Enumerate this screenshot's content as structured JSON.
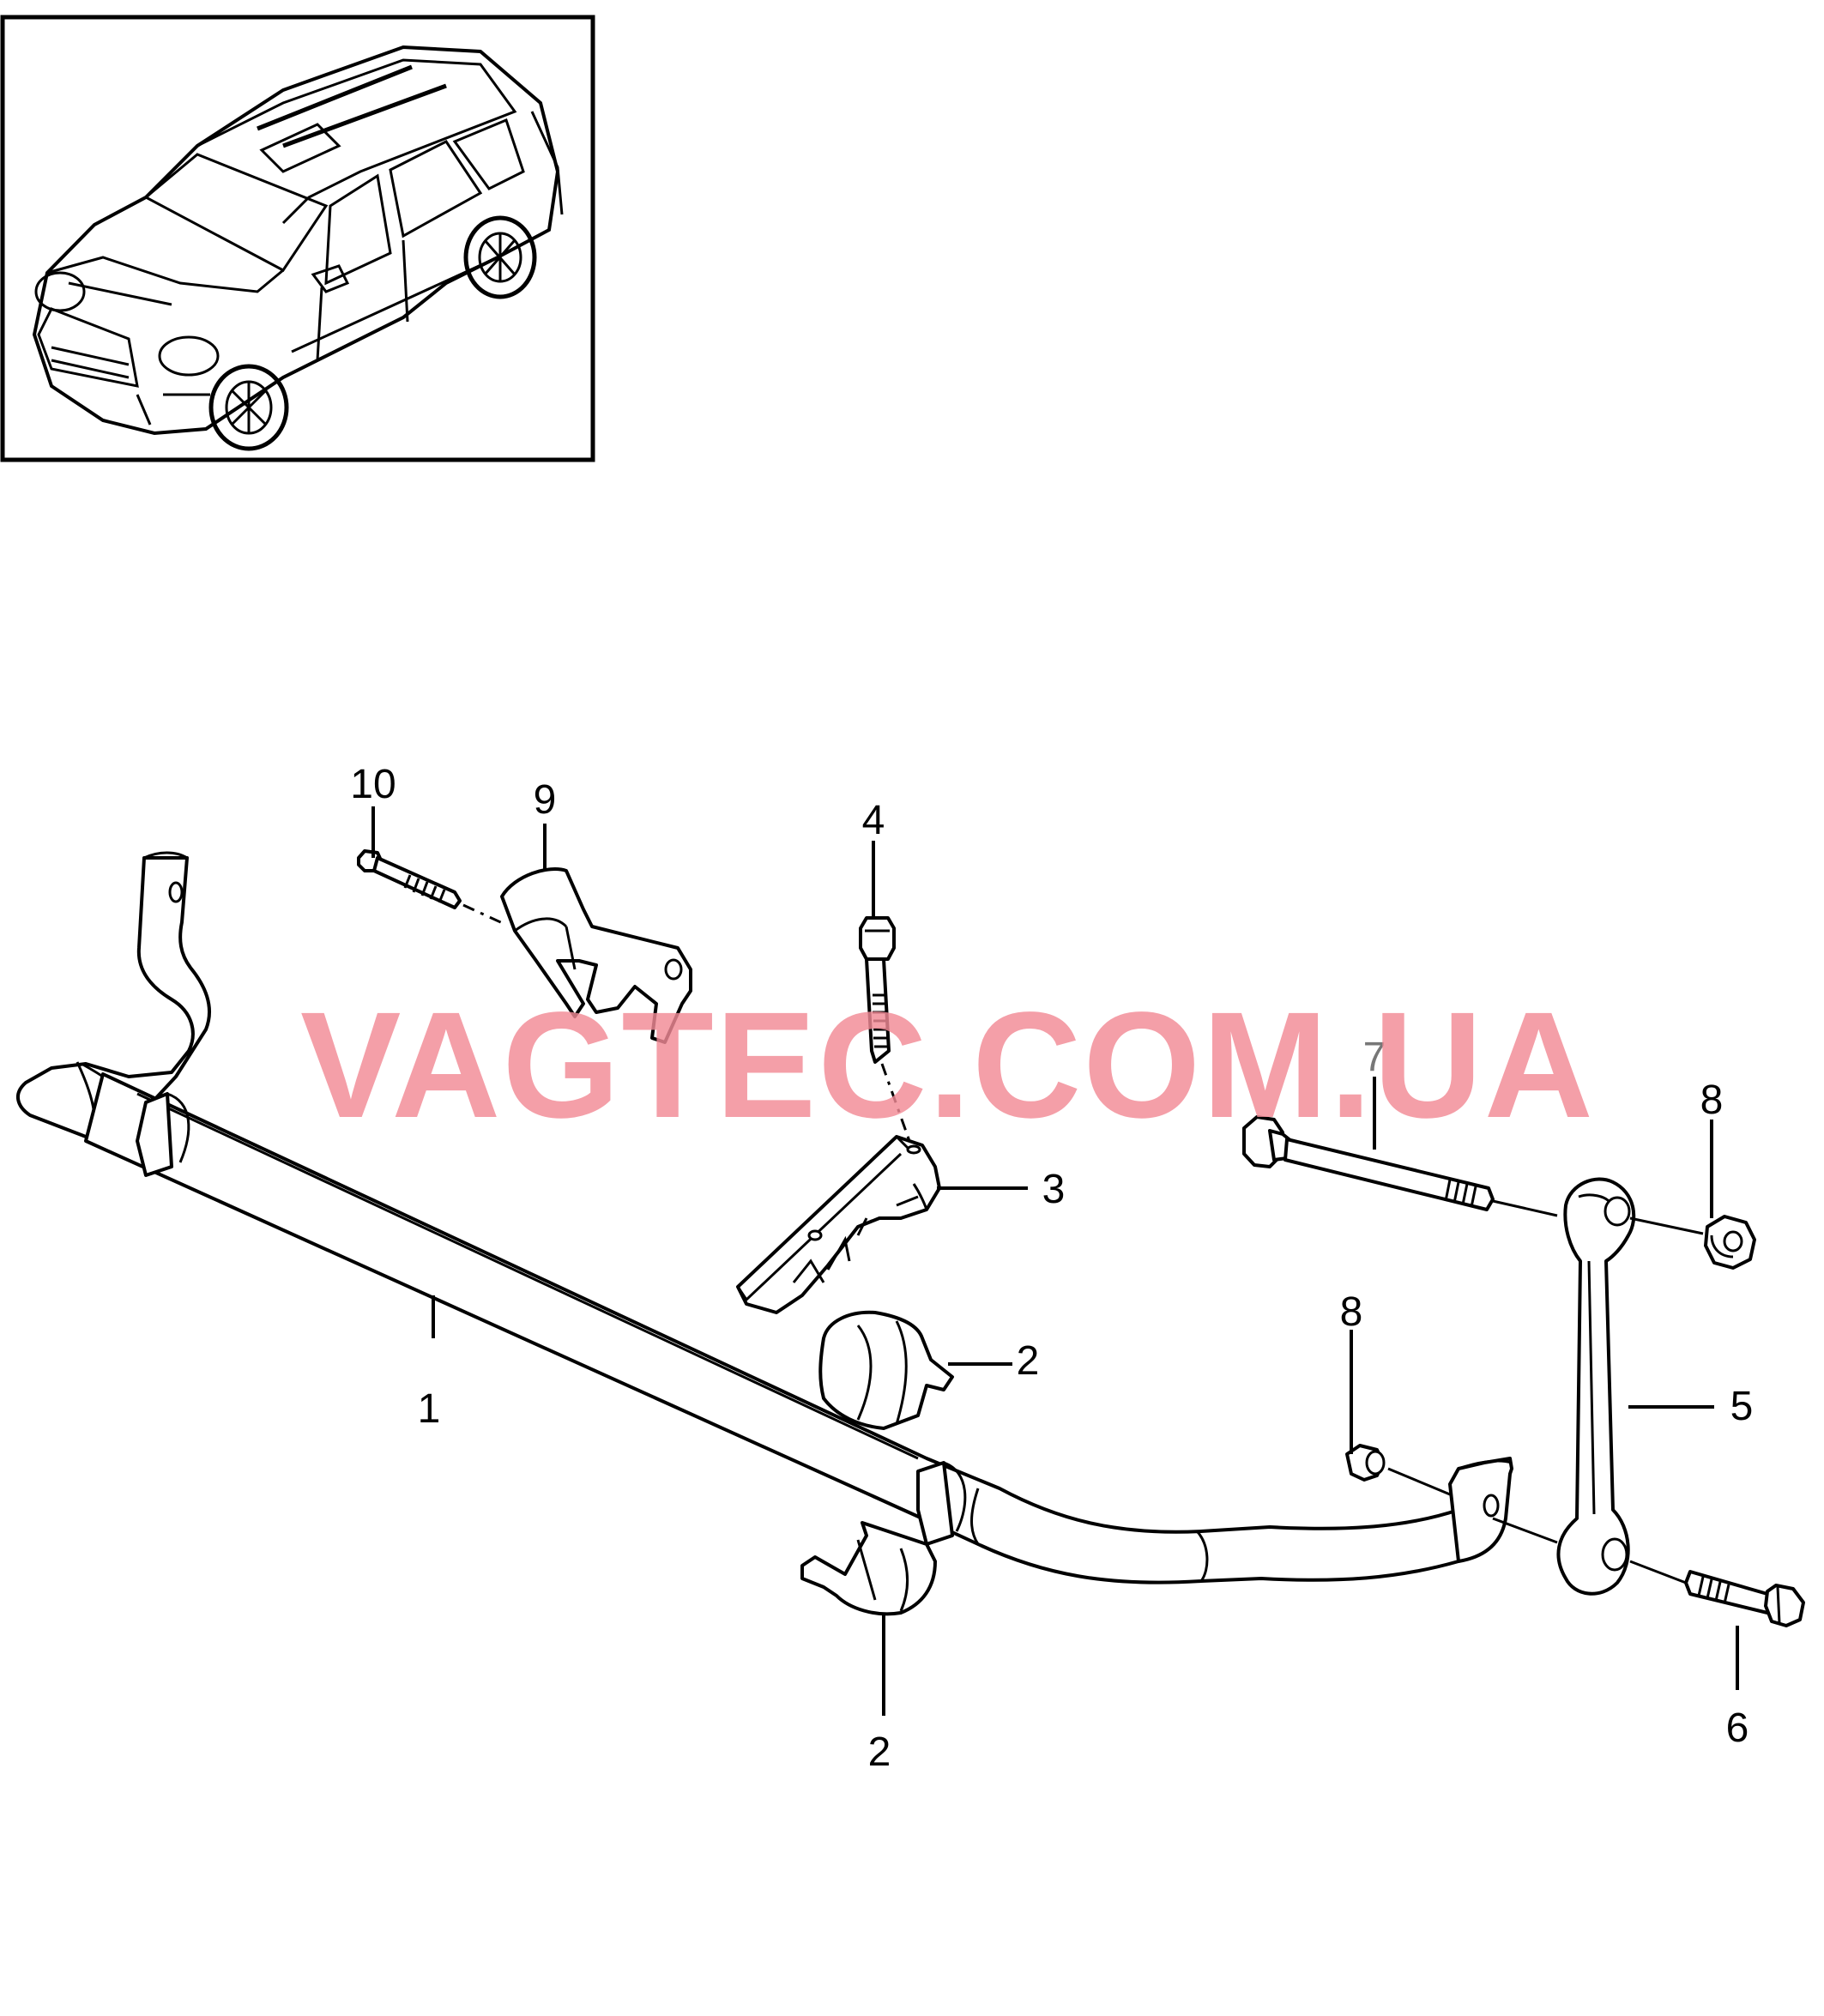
{
  "watermark": "VAGTEC.COM.UA",
  "callouts": {
    "c1": "1",
    "c2a": "2",
    "c2b": "2",
    "c3": "3",
    "c4": "4",
    "c5": "5",
    "c6": "6",
    "c7": "7",
    "c8a": "8",
    "c8b": "8",
    "c9": "9",
    "c10": "10"
  },
  "colors": {
    "watermark": "#f28a96",
    "line": "#000000",
    "callout_grey": "#777777"
  }
}
